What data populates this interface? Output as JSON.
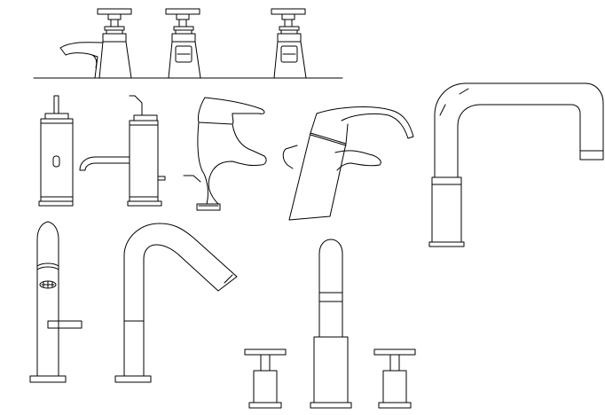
{
  "drawing": {
    "stroke_color": "#000000",
    "background_color": "#ffffff"
  },
  "blocks": [
    {
      "id": "bath-mixer-left",
      "icon": "faucet-elevation-icon"
    },
    {
      "id": "basin-pillar-tap-center",
      "icon": "faucet-elevation-icon"
    },
    {
      "id": "basin-pillar-tap-right",
      "icon": "faucet-elevation-icon"
    },
    {
      "id": "single-lever-front",
      "icon": "faucet-elevation-icon"
    },
    {
      "id": "single-lever-side",
      "icon": "faucet-elevation-icon"
    },
    {
      "id": "curved-lever-mixer",
      "icon": "faucet-elevation-icon"
    },
    {
      "id": "tilted-lever-mixer",
      "icon": "faucet-elevation-icon"
    },
    {
      "id": "square-spout",
      "icon": "faucet-elevation-icon"
    },
    {
      "id": "tall-lever-front",
      "icon": "faucet-elevation-icon"
    },
    {
      "id": "gooseneck-spout",
      "icon": "faucet-elevation-icon"
    },
    {
      "id": "three-hole-set",
      "icon": "faucet-elevation-icon"
    }
  ]
}
